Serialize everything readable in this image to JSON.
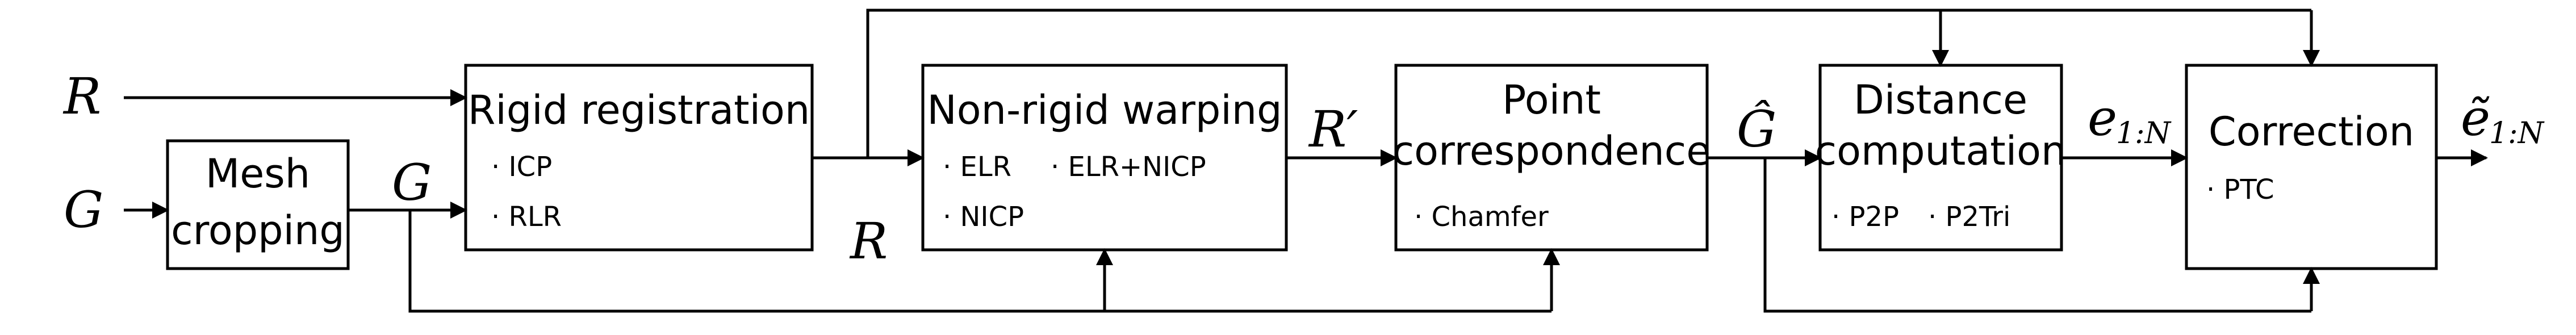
{
  "signals": {
    "R_input": "R",
    "G_input": "G",
    "G_cropped": "G",
    "R_registered": "R",
    "R_prime": "R′",
    "G_hat": "Ĝ",
    "e": "e",
    "e_sub": "1:N",
    "e_tilde": "ẽ",
    "e_tilde_sub": "1:N"
  },
  "blocks": {
    "mesh_cropping": {
      "title_line1": "Mesh",
      "title_line2": "cropping"
    },
    "rigid_registration": {
      "title": "Rigid registration",
      "items": [
        "· ICP",
        "· RLR"
      ]
    },
    "non_rigid_warping": {
      "title": "Non-rigid warping",
      "items": [
        "· ELR",
        "· ELR+NICP",
        "· NICP"
      ]
    },
    "point_correspondence": {
      "title_line1": "Point",
      "title_line2": "correspondence",
      "items": [
        "· Chamfer"
      ]
    },
    "distance_computation": {
      "title_line1": "Distance",
      "title_line2": "computation",
      "items": [
        "· P2P",
        "· P2Tri"
      ]
    },
    "correction": {
      "title": "Correction",
      "items": [
        "· PTC"
      ]
    }
  }
}
